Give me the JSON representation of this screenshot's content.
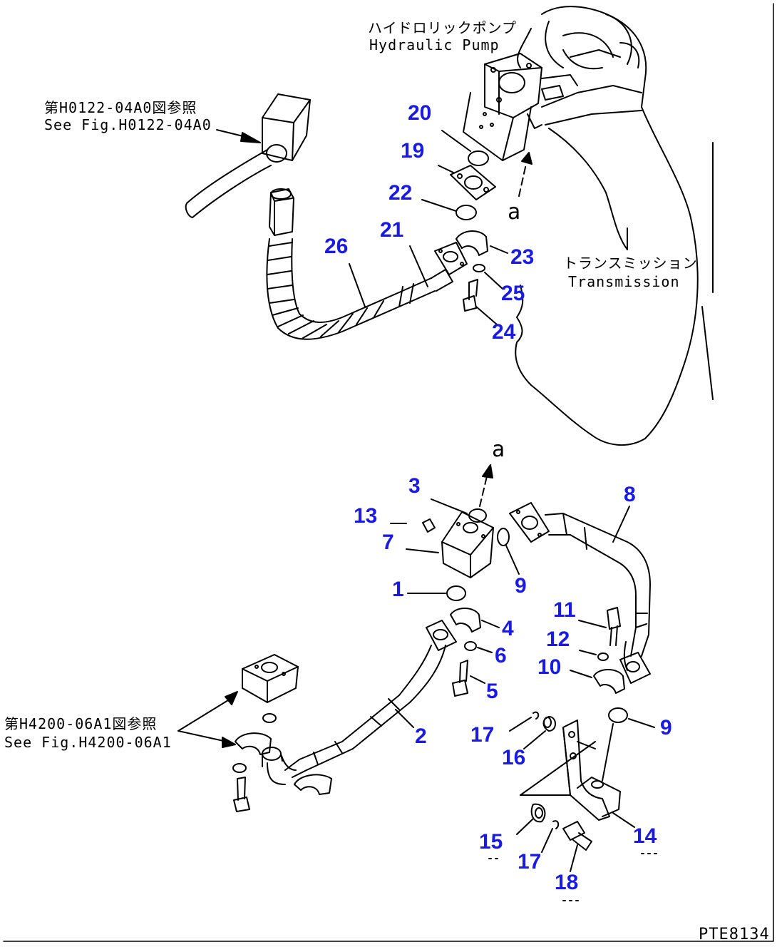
{
  "labels": {
    "pump_jp": "ハイドロリックポンプ",
    "pump_en": "Hydraulic Pump",
    "ref1_jp": "第H0122-04A0図参照",
    "ref1_en": "See Fig.H0122-04A0",
    "trans_jp": "トランスミッション",
    "trans_en": "Transmission",
    "ref2_jp": "第H4200-06A1図参照",
    "ref2_en": "See Fig.H4200-06A1",
    "arrow_a_top": "a",
    "arrow_a_mid": "a",
    "drawing_code": "PTE8134"
  },
  "callouts": {
    "c20": "20",
    "c19": "19",
    "c22": "22",
    "c21": "21",
    "c26": "26",
    "c23": "23",
    "c25": "25",
    "c24": "24",
    "c3": "3",
    "c13": "13",
    "c7": "7",
    "c1": "1",
    "c9a": "9",
    "c8": "8",
    "c4": "4",
    "c6": "6",
    "c5": "5",
    "c2": "2",
    "c11": "11",
    "c12": "12",
    "c10": "10",
    "c9b": "9",
    "c17a": "17",
    "c16": "16",
    "c15": "15",
    "c17b": "17",
    "c18": "18",
    "c14": "14"
  },
  "colors": {
    "callout": "#1a1ae6",
    "line": "#000000"
  }
}
